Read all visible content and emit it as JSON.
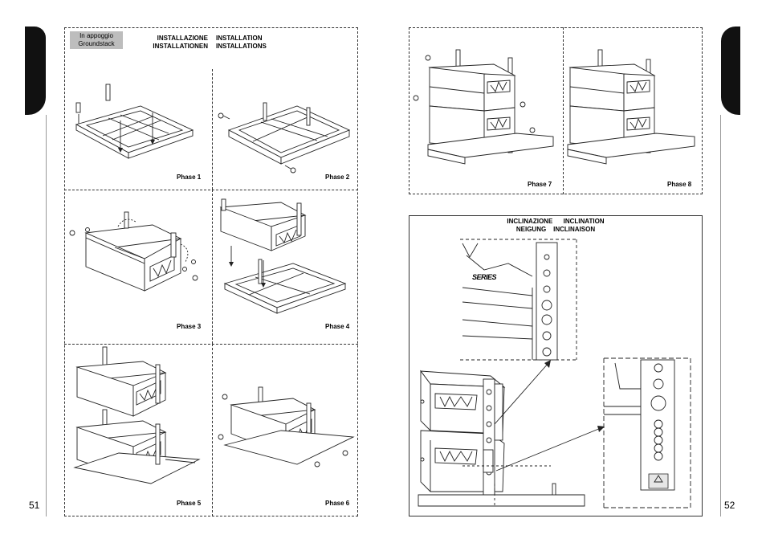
{
  "left_page": {
    "badge": {
      "line1": "In appoggio",
      "line2": "Groundstack"
    },
    "heading": {
      "col1_line1": "INSTALLAZIONE",
      "col1_line2": "INSTALLATIONEN",
      "col2_line1": "INSTALLATION",
      "col2_line2": "INSTALLATIONS"
    },
    "phases": [
      "Phase 1",
      "Phase 2",
      "Phase 3",
      "Phase 4",
      "Phase 5",
      "Phase 6"
    ],
    "page_number": "51"
  },
  "right_page": {
    "phases": [
      "Phase 7",
      "Phase 8"
    ],
    "inclination_heading": {
      "line1_a": "INCLINAZIONE",
      "line1_b": "INCLINATION",
      "line2_a": "NEIGUNG",
      "line2_b": "INCLINAISON"
    },
    "series_label": "SERIES",
    "page_number": "52"
  }
}
